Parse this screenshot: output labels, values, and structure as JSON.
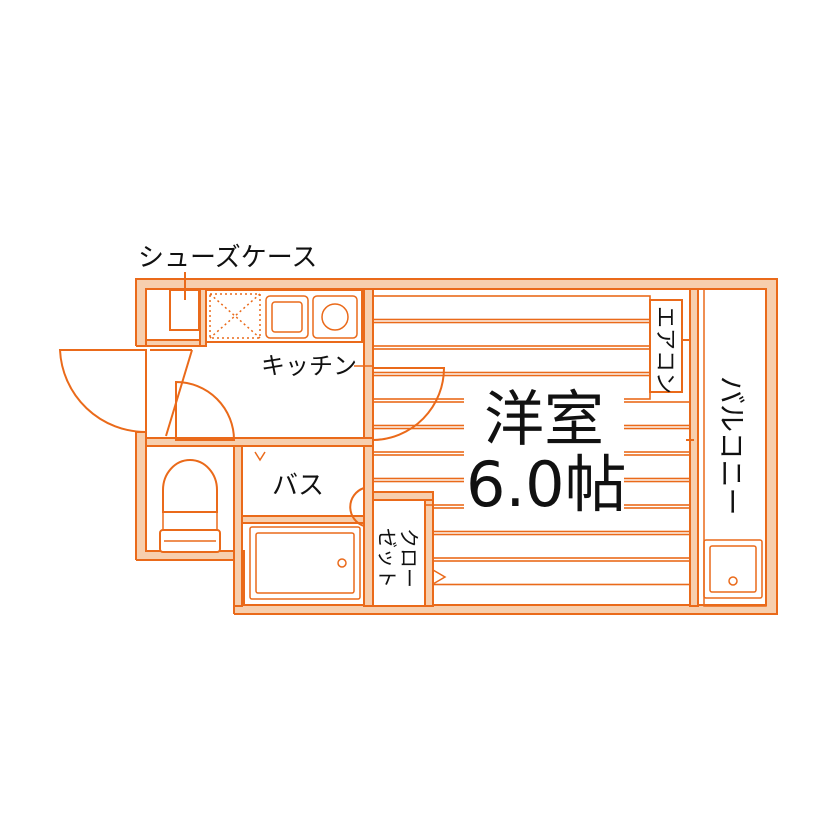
{
  "plan": {
    "labels": {
      "shoes_case": "シューズケース",
      "kitchen": "キッチン",
      "bath": "バス",
      "western_room": "洋室",
      "room_size": "6.0帖",
      "aircon": "エアコン",
      "balcony": "バルコニー",
      "closet_line1": "クロー",
      "closet_line2": "ゼット"
    },
    "colors": {
      "wall_line": "#ea6a1a",
      "wall_fill": "#f7cfae",
      "text": "#111111"
    }
  }
}
